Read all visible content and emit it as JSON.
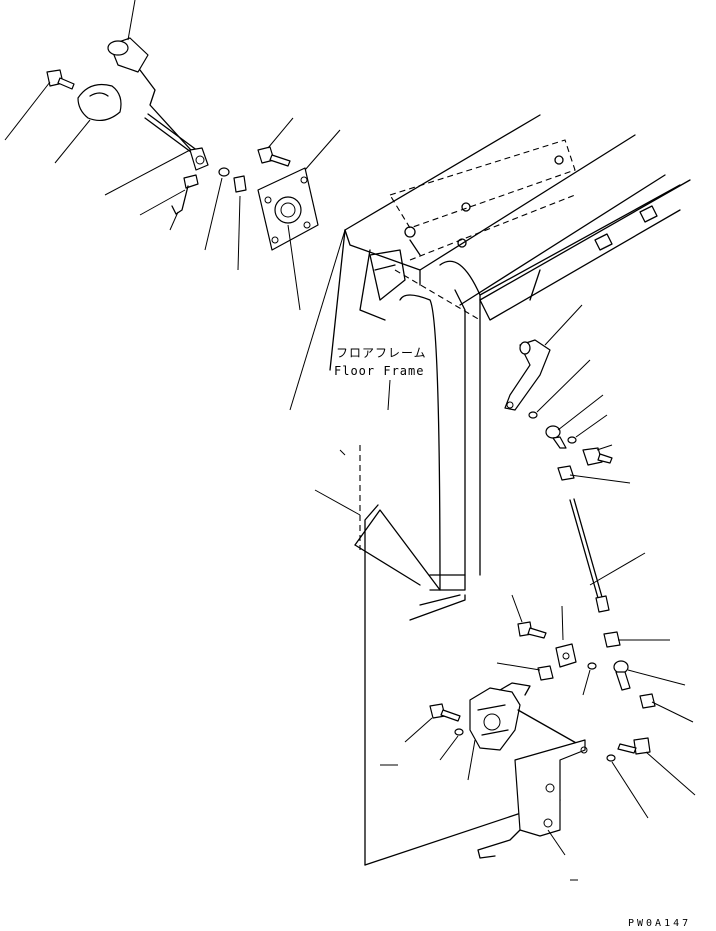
{
  "labels": {
    "floor_frame_jp": "フロアフレーム",
    "floor_frame_en": "Floor Frame"
  },
  "drawing_code": "PW0A147"
}
